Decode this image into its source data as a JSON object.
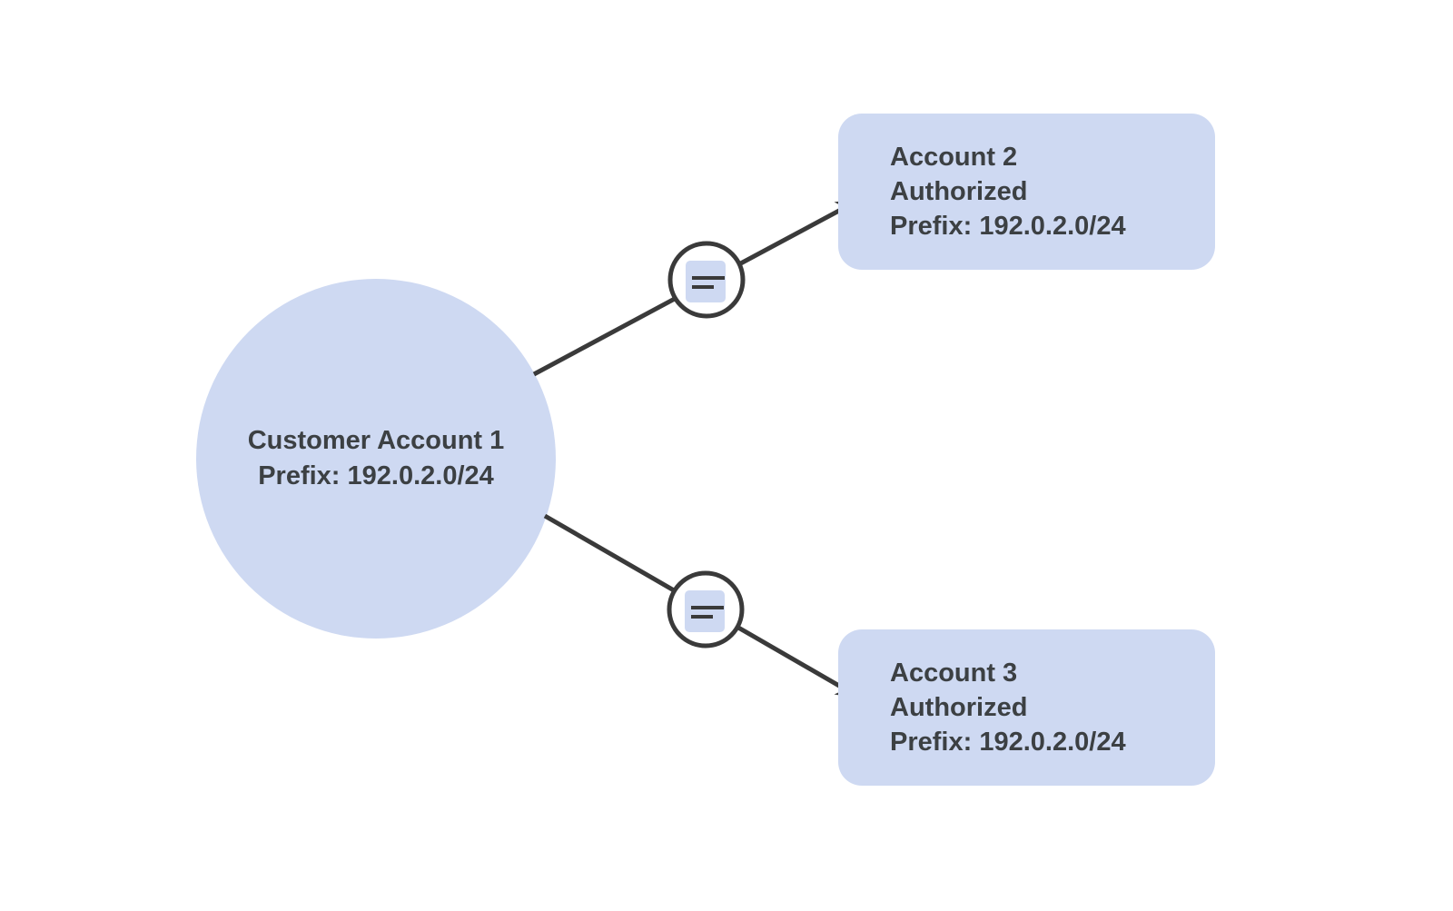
{
  "diagram": {
    "colors": {
      "background": "#ffffff",
      "node_fill": "#ced9f2",
      "text": "#3c4043",
      "line": "#3a3a3a",
      "icon_fill": "#ced9f2",
      "icon_bg": "#ffffff"
    },
    "customer_node": {
      "name": "Customer Account 1",
      "prefix": "Prefix: 192.0.2.0/24"
    },
    "edges": [
      {
        "icon": "list-icon"
      },
      {
        "icon": "list-icon"
      }
    ],
    "account_nodes": [
      {
        "name": "Account 2",
        "status": "Authorized",
        "prefix": "Prefix: 192.0.2.0/24"
      },
      {
        "name": "Account 3",
        "status": "Authorized",
        "prefix": "Prefix: 192.0.2.0/24"
      }
    ]
  }
}
